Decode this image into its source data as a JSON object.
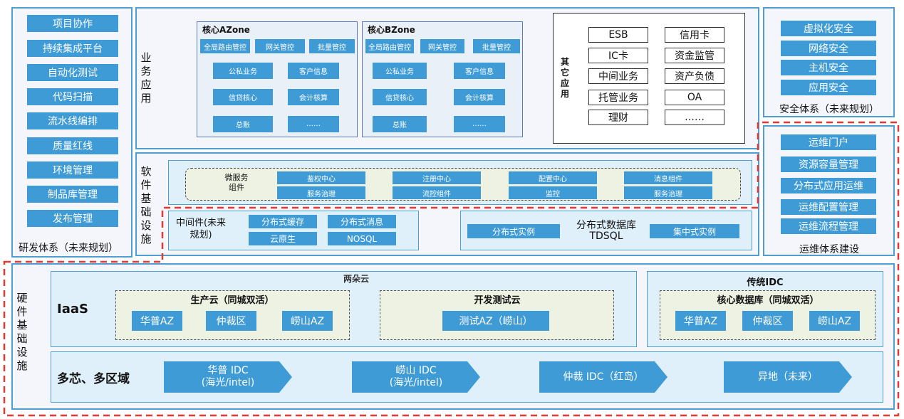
{
  "dev_system": {
    "items": [
      "项目协作",
      "持续集成平台",
      "自动化测试",
      "代码扫描",
      "流水线编排",
      "质量红线",
      "环境管理",
      "制品库管理",
      "发布管理"
    ],
    "title": "研发体系（未来规划）"
  },
  "business_apps": {
    "label": "业务应用",
    "zone_a": {
      "title": "核心AZone",
      "top_row": [
        "全局路由管控",
        "网关管控",
        "批量管控"
      ],
      "grid": [
        "公私业务",
        "客户信息",
        "信贷核心",
        "会计核算",
        "总账",
        "……"
      ]
    },
    "zone_b": {
      "title": "核心BZone",
      "top_row": [
        "全局路由管控",
        "网关管控",
        "批量管控"
      ],
      "grid": [
        "公私业务",
        "客户信息",
        "信贷核心",
        "会计核算",
        "总账",
        "……"
      ]
    },
    "other": {
      "label": "其它应用",
      "items": [
        "ESB",
        "信用卡",
        "IC卡",
        "资金监管",
        "中间业务",
        "资产负债",
        "托管业务",
        "OA",
        "理财",
        "……"
      ]
    }
  },
  "software_infra": {
    "label": "软件基础设施",
    "microservice": {
      "label": "微服务组件",
      "items": [
        "鉴权中心",
        "注册中心",
        "配置中心",
        "消息组件",
        "服务治理",
        "流控组件",
        "监控",
        "服务治理"
      ]
    },
    "middleware": {
      "label": "中间件(未来规划)",
      "items": [
        "分布式缓存",
        "分布式消息",
        "云原生",
        "NOSQL"
      ]
    },
    "database": {
      "label_line1": "分布式数据库",
      "label_line2": "TDSQL",
      "left": "分布式实例",
      "right": "集中式实例"
    }
  },
  "security": {
    "items": [
      "虚拟化安全",
      "网络安全",
      "主机安全",
      "应用安全"
    ],
    "title": "安全体系（未来规划）"
  },
  "ops": {
    "items": [
      "运维门户",
      "资源容量管理",
      "分布式应用运维",
      "运维配置管理",
      "运维流程管理"
    ],
    "title": "运维体系建设"
  },
  "hardware": {
    "label": "硬件基础设施",
    "iaas_label": "IaaS",
    "cloud_title": "两朵云",
    "prod_cloud": {
      "title": "生产云（同城双活）",
      "items": [
        "华普AZ",
        "仲裁区",
        "崂山AZ"
      ]
    },
    "test_cloud": {
      "title": "开发测试云",
      "items": [
        "测试AZ（崂山）"
      ]
    },
    "idc_title": "传统IDC",
    "core_db": {
      "title": "核心数据库（同城双活）",
      "items": [
        "华普AZ",
        "仲裁区",
        "崂山AZ"
      ]
    },
    "multi_label": "多芯、多区域",
    "regions": [
      {
        "line1": "华普 IDC",
        "line2": "(海光/intel)"
      },
      {
        "line1": "崂山 IDC",
        "line2": "(海光/intel)"
      },
      {
        "line1": "仲裁 IDC（红岛）",
        "line2": ""
      },
      {
        "line1": "异地（未来）",
        "line2": ""
      }
    ]
  }
}
